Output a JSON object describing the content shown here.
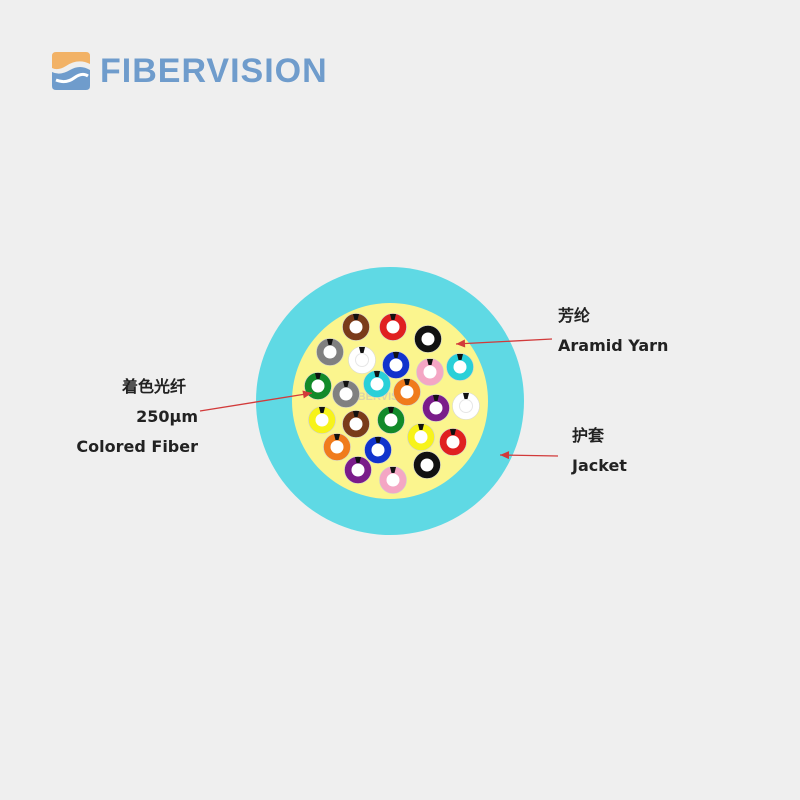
{
  "brand": {
    "name": "FIBERVISION",
    "watermark": "FIBERVISION",
    "colors": {
      "primary": "#6f9ccc",
      "accent": "#f2b266"
    }
  },
  "diagram": {
    "colors": {
      "jacket": "#5fd9e4",
      "aramid_yarn": "#fbf58e",
      "pointer": "#d23a3a"
    },
    "fibers": [
      {
        "color": "#7a3b1a"
      },
      {
        "color": "#e02020"
      },
      {
        "color": "#111111"
      },
      {
        "color": "#808080"
      },
      {
        "color": "#ffffff"
      },
      {
        "color": "#1133cc"
      },
      {
        "color": "#f4a6c4"
      },
      {
        "color": "#29d0d8"
      },
      {
        "color": "#128a2a"
      },
      {
        "color": "#808080"
      },
      {
        "color": "#29d0d8"
      },
      {
        "color": "#f07b1c"
      },
      {
        "color": "#7a1c8a"
      },
      {
        "color": "#ffffff"
      },
      {
        "color": "#f7f31a"
      },
      {
        "color": "#7a3b1a"
      },
      {
        "color": "#128a2a"
      },
      {
        "color": "#f7f31a"
      },
      {
        "color": "#e02020"
      },
      {
        "color": "#f07b1c"
      },
      {
        "color": "#1133cc"
      },
      {
        "color": "#7a1c8a"
      },
      {
        "color": "#f4a6c4"
      },
      {
        "color": "#111111"
      }
    ],
    "labels": {
      "fiber_cn": "着色光纤",
      "fiber_size": "250μm",
      "fiber_en": "Colored Fiber",
      "aramid_cn": "芳纶",
      "aramid_en": "Aramid Yarn",
      "jacket_cn": "护套",
      "jacket_en": "Jacket"
    }
  }
}
